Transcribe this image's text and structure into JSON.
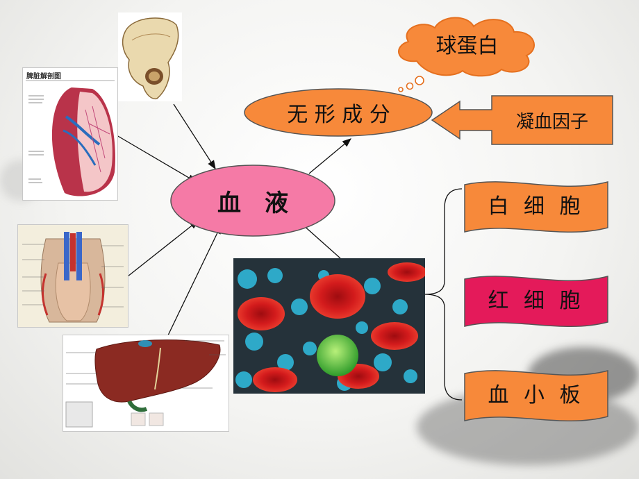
{
  "center": {
    "label": "血　液",
    "fill": "#f57aa6"
  },
  "nodes": {
    "plasma": {
      "label": "无 形 成 分",
      "fill": "#f7893a"
    },
    "globulin": {
      "label": "球蛋白",
      "fill": "#f7893a"
    },
    "clotting": {
      "label": "凝血因子",
      "fill": "#f7893a"
    },
    "wbc": {
      "label": "白 细 胞",
      "fill": "#f7893a"
    },
    "rbc": {
      "label": "红 细 胞",
      "fill": "#e41a5a"
    },
    "platelet": {
      "label": "血 小 板",
      "fill": "#f7893a"
    }
  },
  "images": {
    "spleen": {
      "caption": "脾脏解剖图",
      "icon": "spleen-diagram"
    },
    "bone": {
      "icon": "hip-bone"
    },
    "thymus": {
      "icon": "thorax-diagram"
    },
    "liver": {
      "icon": "liver-diagram"
    },
    "blood_cells": {
      "icon": "blood-cells-micrograph"
    }
  }
}
